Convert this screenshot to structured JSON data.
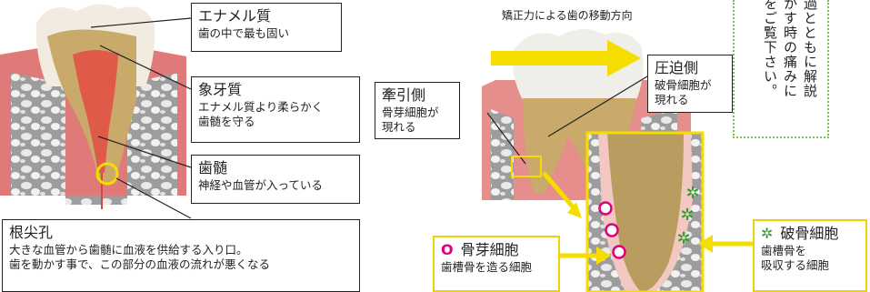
{
  "caption": "矯正力による歯の移動方向",
  "vertical_note": "過とともに解説\nかす時の痛みに\nをご覧下さい。",
  "colors": {
    "gum": "#e07a78",
    "bone": "#b9b9b9",
    "tooth": "#c9aa6a",
    "enamel": "#f2ece0",
    "arrow": "#f5dd00",
    "osteoblast": "#e0007a",
    "osteoclast": "#2aa02a"
  },
  "labels": {
    "enamel": {
      "title": "エナメル質",
      "desc": "歯の中で最も固い"
    },
    "dentin": {
      "title": "象牙質",
      "desc1": "エナメル質より柔らかく",
      "desc2": "歯髄を守る"
    },
    "pulp": {
      "title": "歯髄",
      "desc": "神経や血管が入っている"
    },
    "apex": {
      "title": "根尖孔",
      "desc1": "大きな血管から歯髄に血液を供給する入り口。",
      "desc2": "歯を動かす事で、この部分の血液の流れが悪くなる"
    },
    "traction": {
      "title": "牽引側",
      "desc1": "骨芽細胞が",
      "desc2": "現れる"
    },
    "compression": {
      "title": "圧迫側",
      "desc1": "破骨細胞が",
      "desc2": "現れる"
    },
    "osteoblast": {
      "symbol": "O",
      "title": "骨芽細胞",
      "desc": "歯槽骨を造る細胞"
    },
    "osteoclast": {
      "symbol": "✲",
      "title": "破骨細胞",
      "desc1": "歯槽骨を",
      "desc2": "吸収する細胞"
    }
  }
}
